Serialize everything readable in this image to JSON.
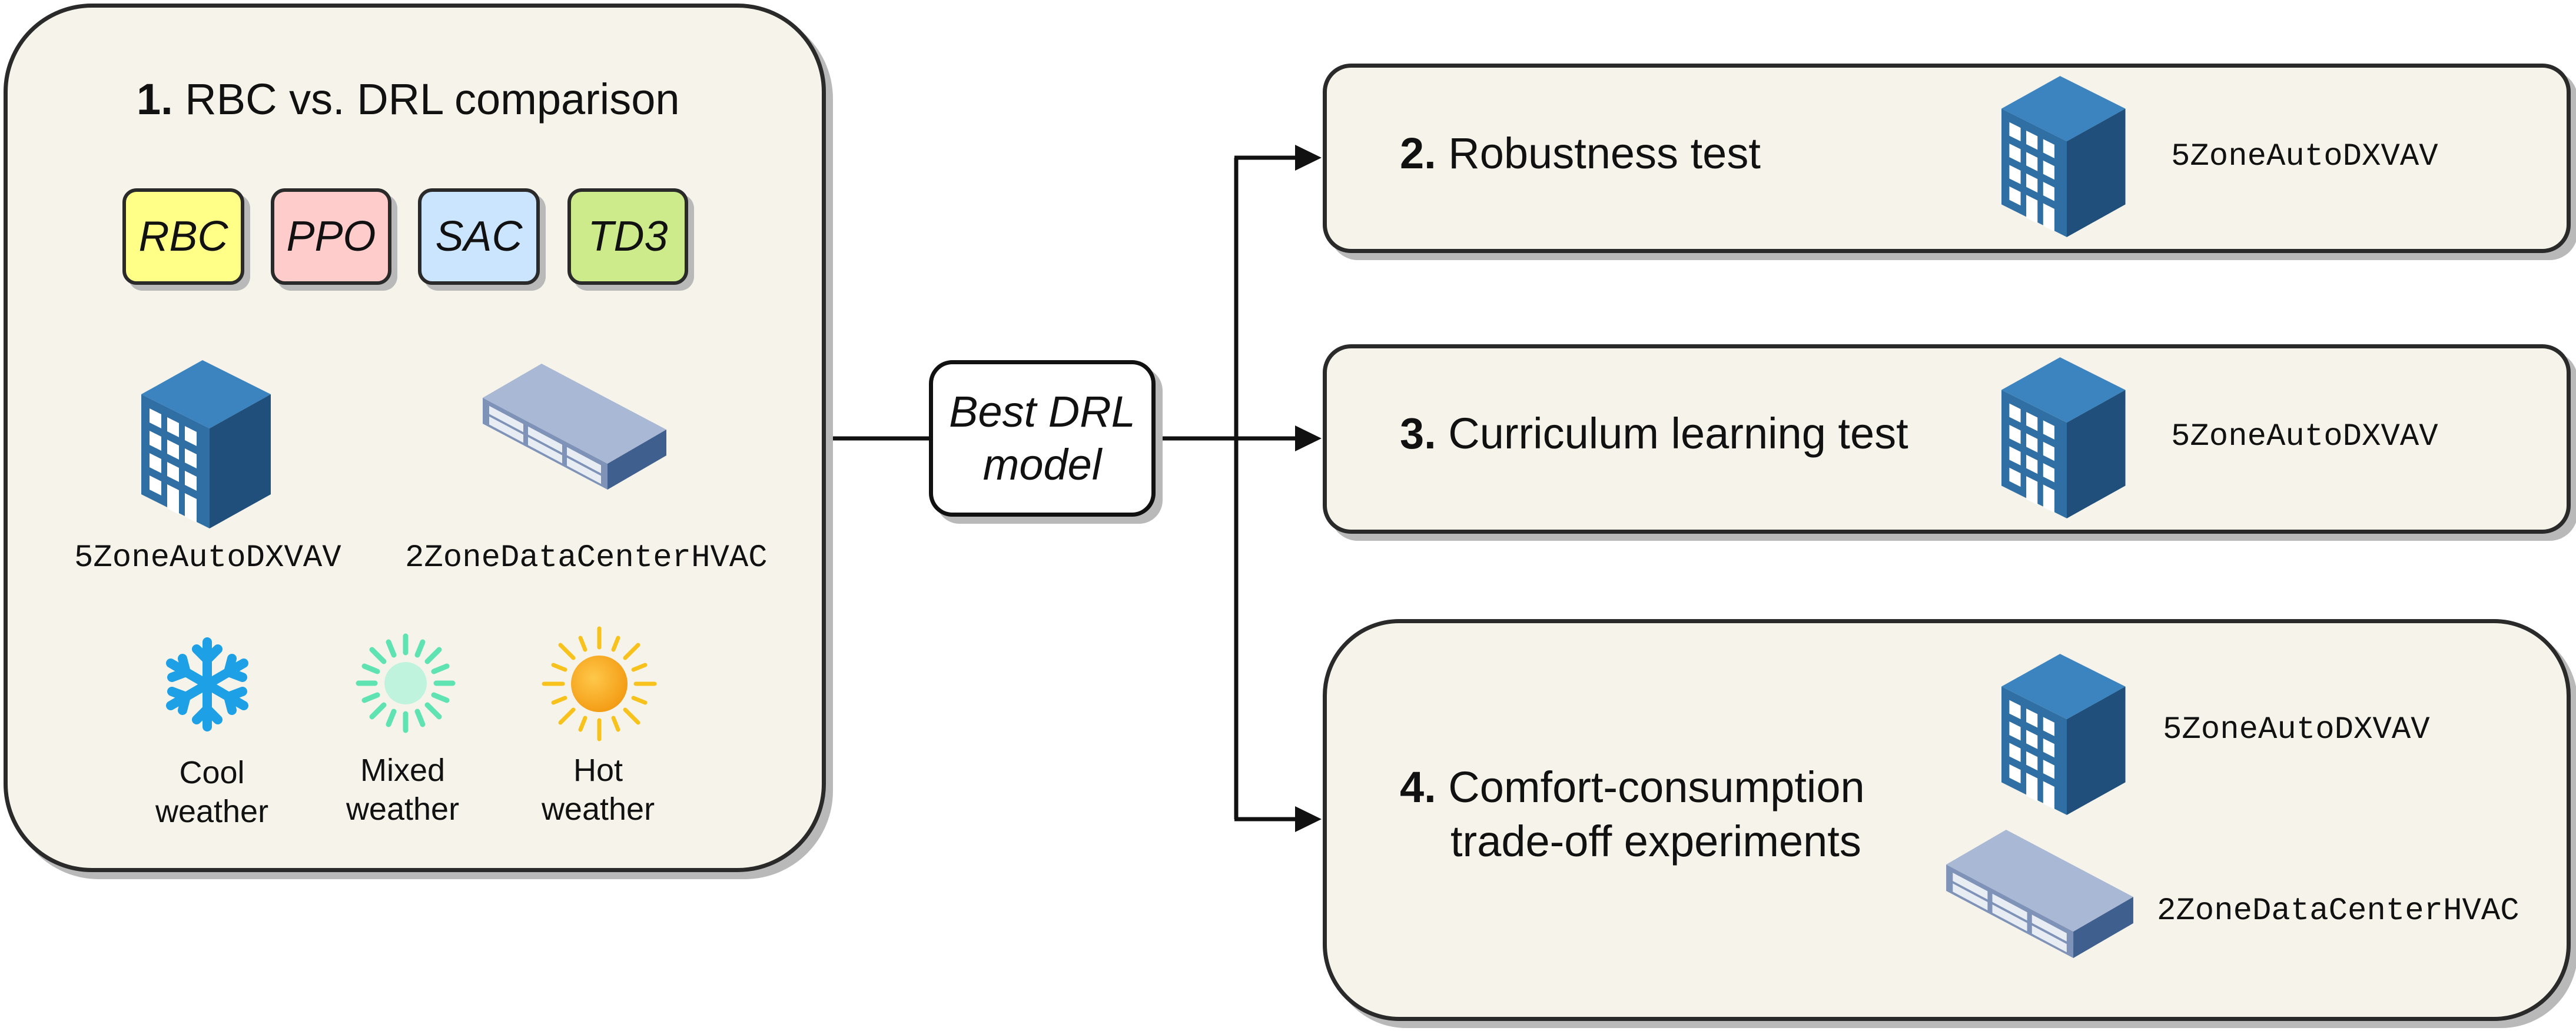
{
  "panel1": {
    "number": "1.",
    "title": "RBC vs. DRL comparison",
    "algorithms": [
      {
        "label": "RBC",
        "color": "#ffff88"
      },
      {
        "label": "PPO",
        "color": "#ffcccc"
      },
      {
        "label": "SAC",
        "color": "#cce5ff"
      },
      {
        "label": "TD3",
        "color": "#cdeb8b"
      }
    ],
    "buildings": [
      "5ZoneAutoDXVAV",
      "2ZoneDataCenterHVAC"
    ],
    "weather": [
      {
        "line1": "Cool",
        "line2": "weather",
        "icon": "snowflake-icon"
      },
      {
        "line1": "Mixed",
        "line2": "weather",
        "icon": "mixed-weather-icon"
      },
      {
        "line1": "Hot",
        "line2": "weather",
        "icon": "sun-icon"
      }
    ]
  },
  "center": {
    "line1": "Best DRL",
    "line2": "model"
  },
  "panel2": {
    "number": "2.",
    "title": "Robustness test",
    "building": "5ZoneAutoDXVAV"
  },
  "panel3": {
    "number": "3.",
    "title": "Curriculum learning test",
    "building": "5ZoneAutoDXVAV"
  },
  "panel4": {
    "number": "4.",
    "title_line1": "Comfort-consumption",
    "title_line2": "trade-off experiments",
    "buildings": [
      "5ZoneAutoDXVAV",
      "2ZoneDataCenterHVAC"
    ]
  },
  "colors": {
    "panel_fill": "#f6f4ea",
    "border": "#2a2a2a",
    "building_blue": "#2f6fa3",
    "datacenter_gray": "#7f93b8",
    "snowflake": "#1ea0e6",
    "mixed": "#5fe3b3",
    "sun": "#f6a821"
  }
}
